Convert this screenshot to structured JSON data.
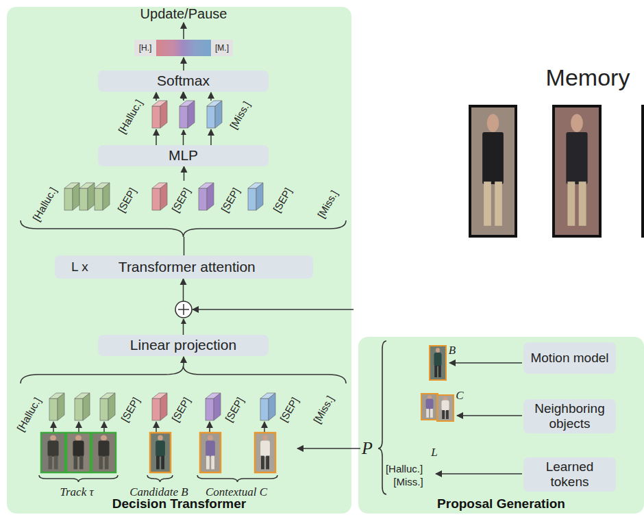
{
  "diagram": {
    "nodes": [
      {
        "text": [
          "Decision Transformer"
        ]
      },
      {
        "text": [
          "Softmax"
        ],
        "in": 0
      },
      {
        "text": [
          "MLP"
        ],
        "in": 0
      },
      {
        "text": [
          "L x",
          "Transformer attention"
        ],
        "in": 0
      },
      {
        "text": [
          "Linear projection"
        ],
        "in": 0
      },
      {
        "text": [
          "Proposal Generation"
        ]
      },
      {
        "text": [
          "Motion model"
        ],
        "in": 5
      },
      {
        "text": [
          "Neighboring objects"
        ],
        "in": 5
      },
      {
        "text": [
          "Learned tokens"
        ],
        "in": 5
      }
    ],
    "edges": [
      {
        "from": 2,
        "to": 1,
        "arrow": "to"
      },
      {
        "from": 3,
        "to": 2,
        "arrow": "to"
      },
      {
        "from": 4,
        "to": 3,
        "arrow": "to"
      }
    ],
    "labels": [
      "Update/Pause",
      "[H.]",
      "[M.]",
      "[Halluc.]",
      "[Miss.]",
      "[Halluc.]",
      "[SEP]",
      "[SEP]",
      "[SEP]",
      "[SEP]",
      "[Miss.]",
      "[Halluc.]",
      "[SEP]",
      "[SEP]",
      "[SEP]",
      "[SEP]",
      "[Miss.]",
      "Track τ",
      "Candidate B",
      "Contextual C",
      "P",
      "B",
      "C",
      "L",
      "[Halluc.]",
      "[Miss.]",
      "Memory"
    ]
  }
}
